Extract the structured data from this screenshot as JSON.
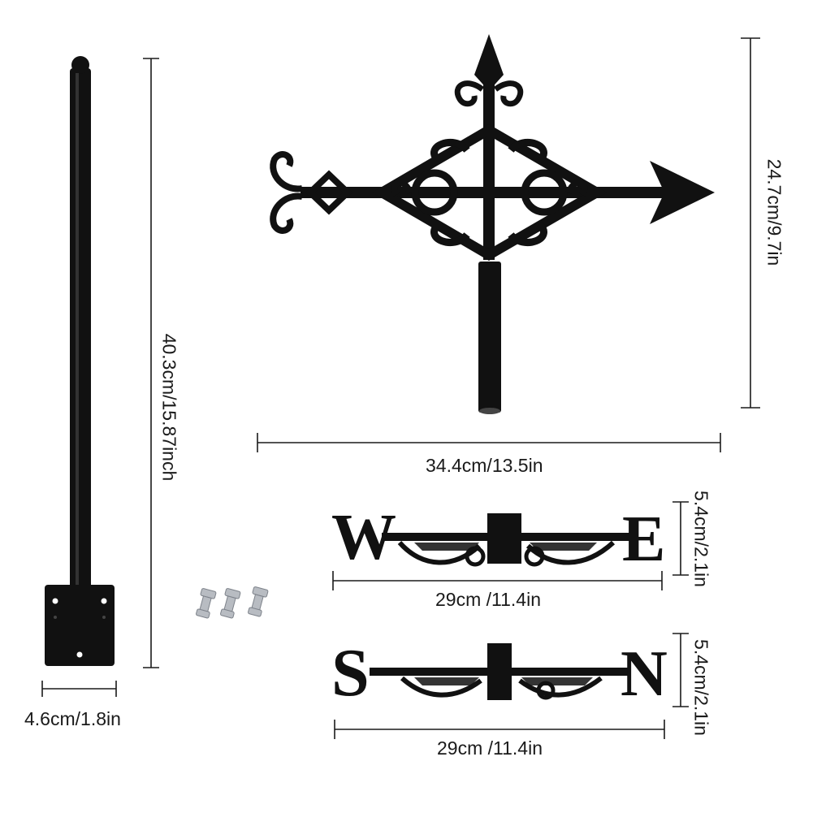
{
  "dimensions": {
    "pole_height": "40.3cm/15.87inch",
    "base_width": "4.6cm/1.8in",
    "arrow_height": "24.7cm/9.7in",
    "arrow_width": "34.4cm/13.5in",
    "we_height": "5.4cm/2.1in",
    "we_width": "29cm /11.4in",
    "sn_height": "5.4cm/2.1in",
    "sn_width": "29cm /11.4in"
  },
  "letters": {
    "west": "W",
    "east": "E",
    "south": "S",
    "north": "N"
  },
  "colors": {
    "metal": "#111111",
    "dimension_line": "#1a1a1a",
    "hardware": "#b8bcc2"
  }
}
